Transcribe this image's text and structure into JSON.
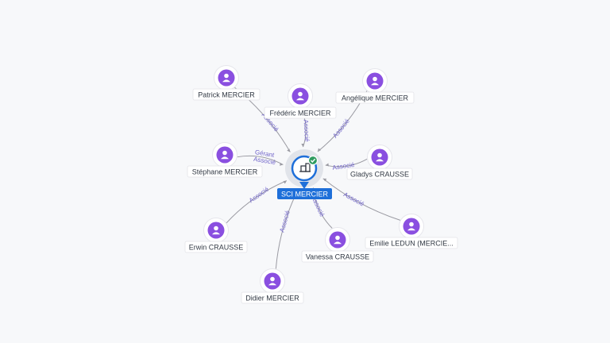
{
  "center": {
    "label": "SCI MERCIER",
    "icon": "building-icon",
    "status_icon": "check-icon"
  },
  "persons": [
    {
      "name": "Patrick MERCIER",
      "relations": [
        "Associé"
      ]
    },
    {
      "name": "Frédéric MERCIER",
      "relations": [
        "Associé"
      ]
    },
    {
      "name": "Angélique MERCIER",
      "relations": [
        "Associé"
      ]
    },
    {
      "name": "Stéphane MERCIER",
      "relations": [
        "Gérant",
        "Associé"
      ]
    },
    {
      "name": "Gladys CRAUSSE",
      "relations": [
        "Associé"
      ]
    },
    {
      "name": "Erwin CRAUSSE",
      "relations": [
        "Associé"
      ]
    },
    {
      "name": "Emilie LEDUN (MERCIE...",
      "relations": [
        "Associé"
      ]
    },
    {
      "name": "Vanessa CRAUSSE",
      "relations": [
        "Associé"
      ]
    },
    {
      "name": "Didier MERCIER",
      "relations": [
        "Associé"
      ]
    }
  ],
  "colors": {
    "accent": "#1e6fd9",
    "person_node": "#8a4fe0",
    "edge_label": "#6f63c9",
    "status_ok": "#2e9b5f"
  }
}
